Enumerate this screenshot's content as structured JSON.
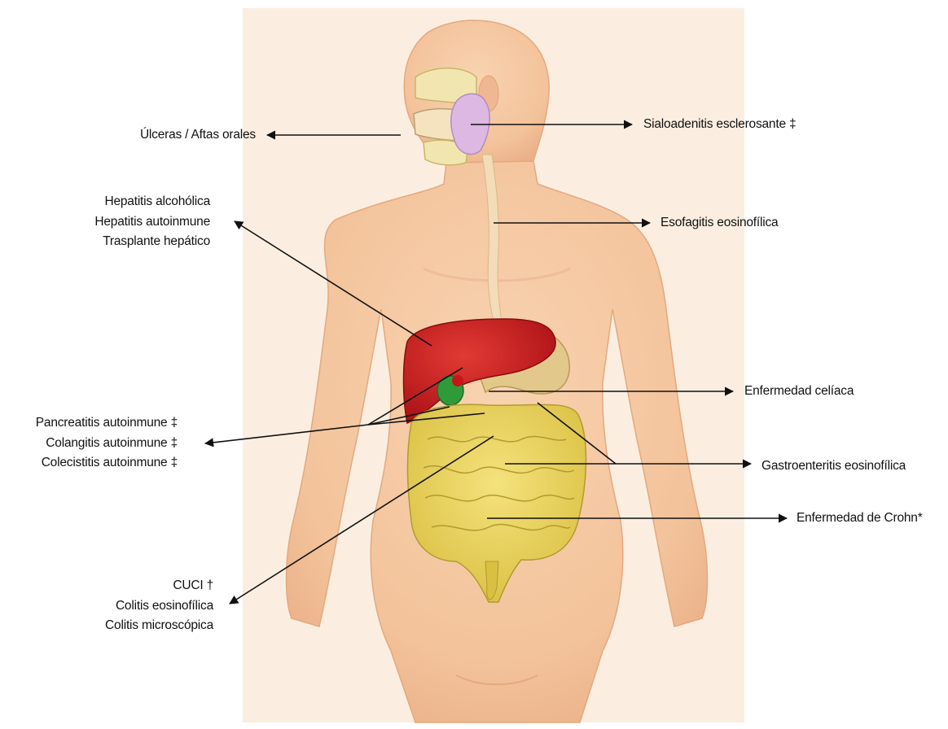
{
  "figure": {
    "labels": {
      "oral": [
        "Úlceras / Aftas orales"
      ],
      "salivary": [
        "Sialoadenitis esclerosante ‡"
      ],
      "liver": [
        "Hepatitis alcohólica",
        "Hepatitis autoinmune",
        "Trasplante hepático"
      ],
      "esophagus": [
        "Esofagitis eosinofílica"
      ],
      "celiac": [
        "Enfermedad celíaca"
      ],
      "biliary": [
        "Pancreatitis autoinmune ‡",
        "Colangitis autoinmune ‡",
        "Colecistitis autoinmune ‡"
      ],
      "gastro": [
        "Gastroenteritis eosinofílica"
      ],
      "crohn": [
        "Enfermedad de Crohn*"
      ],
      "colon": [
        "CUCI †",
        "Colitis eosinofílica",
        "Colitis microscópica"
      ]
    }
  },
  "colors": {
    "background_panel": "#fbeee0",
    "skin": "#f6c9a2",
    "skin_shadow": "#e9ad84",
    "liver": "#c8141b",
    "gallbladder": "#2f9a3a",
    "salivary_gland": "#d9b3e0",
    "intestine": "#e6d060",
    "stomach": "#e3c88c",
    "esophagus": "#f3dcb8",
    "line": "#111111"
  }
}
